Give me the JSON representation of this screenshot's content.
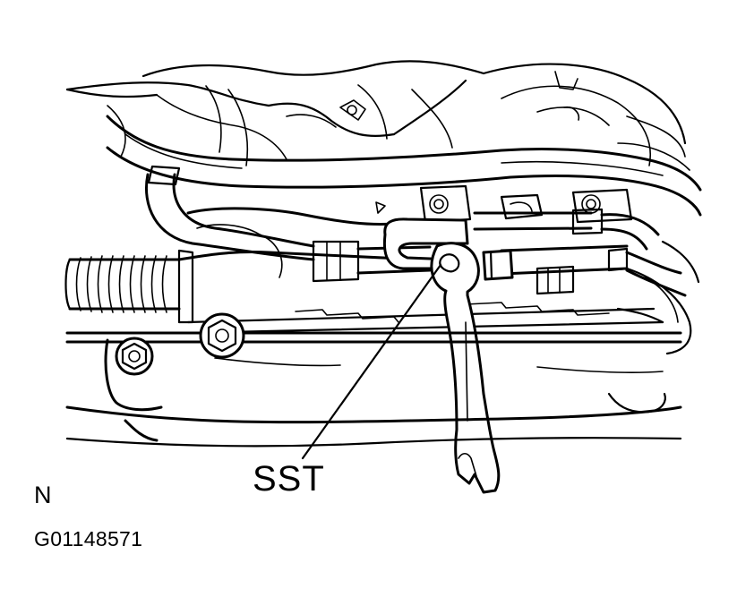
{
  "diagram": {
    "callout_label": "SST",
    "orientation_mark": "N",
    "figure_code": "G01148571"
  },
  "colors": {
    "line": "#000000",
    "background": "#ffffff"
  }
}
